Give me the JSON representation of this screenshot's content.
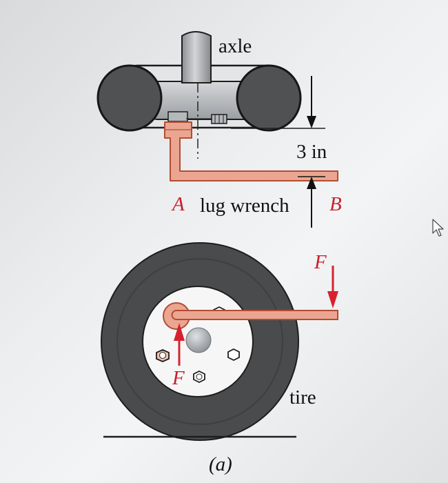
{
  "labels": {
    "axle": "axle",
    "dimension": "3 in",
    "point_a": "A",
    "point_b": "B",
    "lug_wrench": "lug wrench",
    "force_top": "F",
    "force_bottom": "F",
    "tire": "tire",
    "caption": "(a)"
  },
  "colors": {
    "wrench_fill": "#eaa690",
    "wrench_stroke": "#b24c35",
    "force_red": "#d8212f",
    "label_red": "#c8202e",
    "tire_dark": "#4a4b4d",
    "tire_inner": "#f6f6f6",
    "hub_gray": "#9aa0a5"
  },
  "icons": [
    "cursor-pointer-icon"
  ]
}
